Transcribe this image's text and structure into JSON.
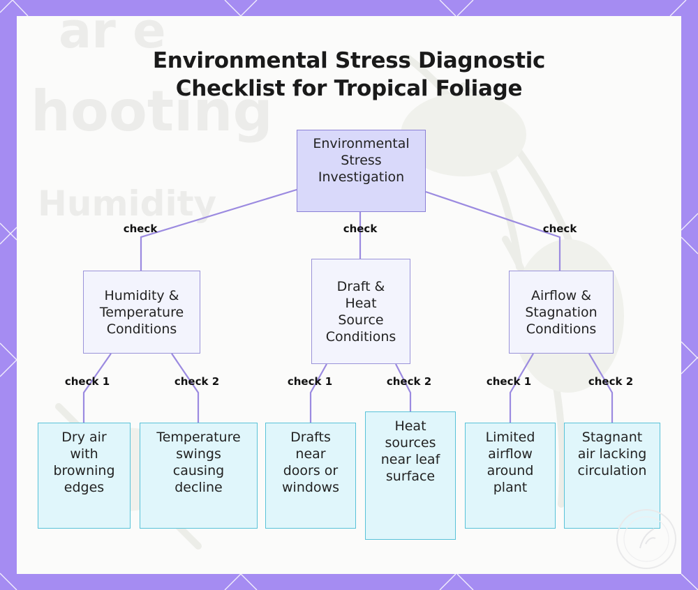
{
  "title": {
    "line1": "Environmental Stress Diagnostic",
    "line2": "Checklist for Tropical Foliage"
  },
  "nodes": {
    "root": {
      "lines": [
        "Environmental",
        "Stress",
        "Investigation"
      ]
    },
    "humidity": {
      "lines": [
        "Humidity &",
        "Temperature",
        "Conditions"
      ]
    },
    "draft": {
      "lines": [
        "Draft &",
        "Heat",
        "Source",
        "Conditions"
      ]
    },
    "airflow": {
      "lines": [
        "Airflow &",
        "Stagnation",
        "Conditions"
      ]
    },
    "dry_air": {
      "lines": [
        "Dry air",
        "with",
        "browning",
        "edges"
      ]
    },
    "temp_swings": {
      "lines": [
        "Temperature",
        "swings",
        "causing",
        "decline"
      ]
    },
    "drafts": {
      "lines": [
        "Drafts",
        "near",
        "doors or",
        "windows"
      ]
    },
    "heat_sources": {
      "lines": [
        "Heat",
        "sources",
        "near leaf",
        "surface"
      ]
    },
    "limited_airflow": {
      "lines": [
        "Limited",
        "airflow",
        "around",
        "plant"
      ]
    },
    "stagnant_air": {
      "lines": [
        "Stagnant",
        "air lacking",
        "circulation"
      ]
    }
  },
  "edge_labels": {
    "root_humidity": "check",
    "root_draft": "check",
    "root_airflow": "check",
    "humidity_dry": "check 1",
    "humidity_temp": "check 2",
    "draft_drafts": "check 1",
    "draft_heat": "check 2",
    "airflow_limited": "check 1",
    "airflow_stagnant": "check 2"
  },
  "background": {
    "word1": "ar e",
    "word2": "hooting",
    "word3": "Humidity"
  },
  "colors": {
    "frame": "#a58cf2",
    "edge": "#9b8ae0",
    "root_fill": "#d9d9fa",
    "mid_fill": "#f3f4fd",
    "leaf_fill": "#e0f6fb",
    "leaf_border": "#58c2d8"
  }
}
